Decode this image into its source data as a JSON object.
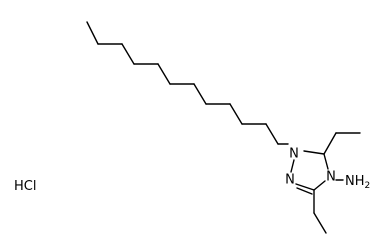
{
  "molecule": {
    "atoms": {
      "n1": "N",
      "n2": "N",
      "n4": "N",
      "amine": "NH",
      "amine_sub": "2"
    },
    "salt": "HCl"
  },
  "colors": {
    "bond": "#000000",
    "text": "#000000",
    "background": "#ffffff"
  }
}
